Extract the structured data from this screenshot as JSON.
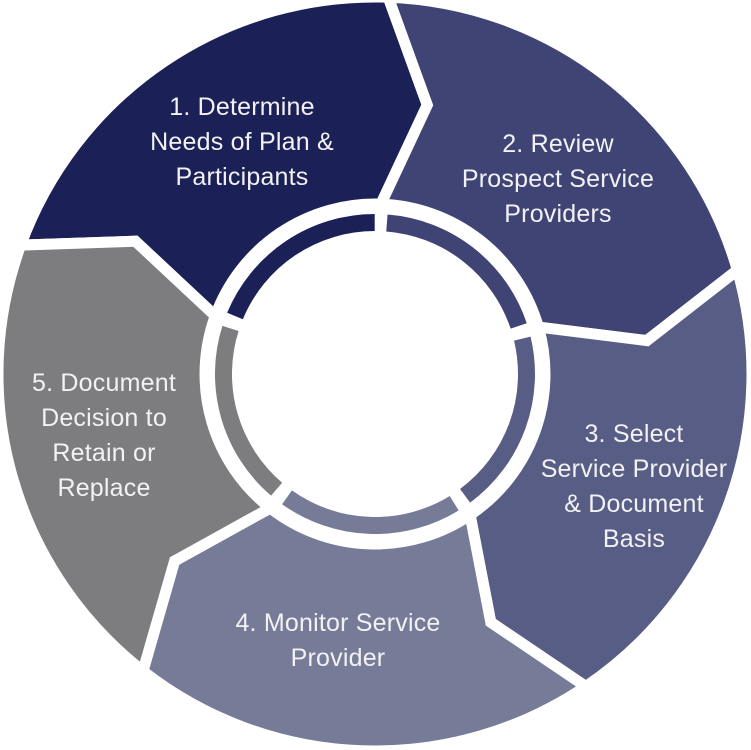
{
  "diagram_type": "process-cycle",
  "step_count": 5,
  "colors": {
    "background": "#ffffff",
    "divider": "#ffffff",
    "inner_circle": "#ffffff",
    "text": "#f2f2f4"
  },
  "segments": [
    {
      "step": "1",
      "label": "1. Determine Needs of Plan & Participants",
      "lines": [
        "1. Determine",
        "Needs of Plan &",
        "Participants"
      ],
      "color": "#1b2157"
    },
    {
      "step": "2",
      "label": "2. Review Prospect Service Providers",
      "lines": [
        "2. Review",
        "Prospect Service",
        "Providers"
      ],
      "color": "#3f4475"
    },
    {
      "step": "3",
      "label": "3. Select Service Provider & Document Basis",
      "lines": [
        "3. Select",
        "Service Provider",
        "& Document",
        "Basis"
      ],
      "color": "#575d85"
    },
    {
      "step": "4",
      "label": "4. Monitor Service Provider",
      "lines": [
        "4. Monitor Service",
        "Provider"
      ],
      "color": "#767b98"
    },
    {
      "step": "5",
      "label": "5. Document Decision to Retain or Replace",
      "lines": [
        "5. Document",
        "Decision to",
        "Retain or",
        "Replace"
      ],
      "color": "#7d7d7f"
    }
  ]
}
